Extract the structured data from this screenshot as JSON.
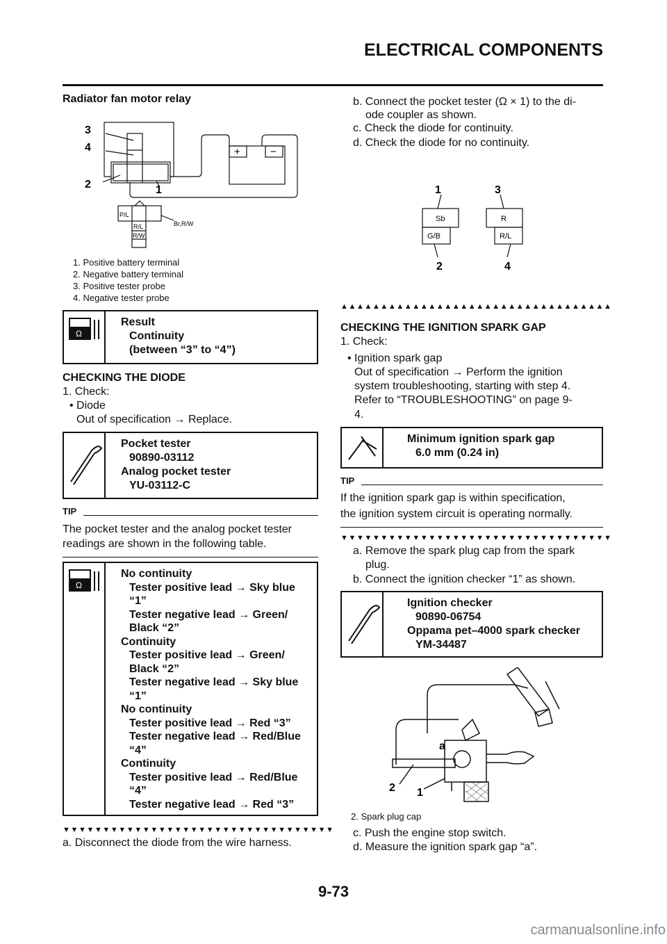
{
  "header": {
    "title": "ELECTRICAL COMPONENTS"
  },
  "left": {
    "section_title": "Radiator fan motor relay",
    "fig1": {
      "callouts": [
        "3",
        "4",
        "2",
        "1"
      ],
      "battery": [
        "+",
        "−"
      ],
      "connector": [
        "P/L",
        "R/L",
        "R/W"
      ],
      "wire": "Br,R/W",
      "legend": [
        "1.  Positive battery terminal",
        "2.  Negative battery terminal",
        "3.  Positive tester probe",
        "4.  Negative tester probe"
      ]
    },
    "result_box": [
      "Result",
      "Continuity",
      "(between “3” to “4”)"
    ],
    "diode_heading": "CHECKING THE DIODE",
    "diode_steps": [
      "1.  Check:",
      "• Diode",
      "Out of specification → Replace."
    ],
    "tool_box": [
      "Pocket tester",
      "90890-03112",
      "Analog pocket tester",
      "YU-03112-C"
    ],
    "tip_label": "TIP",
    "tip_text": [
      "The pocket tester and the analog pocket tester",
      "readings are shown in the following table."
    ],
    "table_box": [
      {
        "t": "No continuity",
        "i": false
      },
      {
        "t": "Tester positive lead → Sky blue",
        "i": true
      },
      {
        "t": "“1”",
        "i": true
      },
      {
        "t": "Tester negative lead → Green/",
        "i": true
      },
      {
        "t": "Black “2”",
        "i": true
      },
      {
        "t": "Continuity",
        "i": false
      },
      {
        "t": "Tester positive lead → Green/",
        "i": true
      },
      {
        "t": "Black “2”",
        "i": true
      },
      {
        "t": "Tester negative lead → Sky blue",
        "i": true
      },
      {
        "t": "“1”",
        "i": true
      },
      {
        "t": "No continuity",
        "i": false
      },
      {
        "t": "Tester positive lead → Red “3”",
        "i": true
      },
      {
        "t": "Tester negative lead → Red/Blue",
        "i": true
      },
      {
        "t": "“4”",
        "i": true
      },
      {
        "t": "Continuity",
        "i": false
      },
      {
        "t": "Tester positive lead → Red/Blue",
        "i": true
      },
      {
        "t": "“4”",
        "i": true
      },
      {
        "t": "Tester negative lead → Red “3”",
        "i": true
      }
    ],
    "down_markers": "▼▼▼▼▼▼▼▼▼▼▼▼▼▼▼▼▼▼▼▼▼▼▼▼▼▼▼▼▼▼▼▼▼▼",
    "step_a": "a.  Disconnect the diode from the wire harness."
  },
  "right": {
    "steps_bcd": [
      "b.  Connect the pocket tester (Ω × 1) to the di-",
      "ode coupler as shown.",
      "c.  Check the diode for continuity.",
      "d.  Check the diode for no continuity."
    ],
    "fig2": {
      "callouts": [
        "1",
        "3",
        "2",
        "4"
      ],
      "cells": [
        "Sb",
        "G/B",
        "R",
        "R/L"
      ]
    },
    "up_markers": "▲▲▲▲▲▲▲▲▲▲▲▲▲▲▲▲▲▲▲▲▲▲▲▲▲▲▲▲▲▲▲▲▲▲",
    "spark_heading": "CHECKING THE IGNITION SPARK GAP",
    "spark_steps": [
      "1.  Check:",
      "• Ignition spark gap",
      "Out of specification → Perform the ignition",
      "system troubleshooting, starting with step 4.",
      "Refer to “TROUBLESHOOTING” on page 9-",
      "4."
    ],
    "spec_box": [
      "Minimum ignition spark gap",
      "6.0 mm (0.24 in)"
    ],
    "tip_label": "TIP",
    "tip_text": [
      "If the ignition spark gap is within specification,",
      "the ignition system circuit is operating normally."
    ],
    "down_markers": "▼▼▼▼▼▼▼▼▼▼▼▼▼▼▼▼▼▼▼▼▼▼▼▼▼▼▼▼▼▼▼▼▼▼",
    "steps_ab": [
      "a.  Remove the spark plug cap from the spark",
      "plug.",
      "b.  Connect the ignition checker “1” as shown."
    ],
    "tool_box": [
      "Ignition checker",
      "90890-06754",
      "Oppama pet–4000 spark checker",
      "YM-34487"
    ],
    "fig3": {
      "callouts": [
        "a",
        "2",
        "1"
      ],
      "legend": "2.  Spark plug cap"
    },
    "steps_cd": [
      "c.  Push the engine stop switch.",
      "d.  Measure the ignition spark gap “a”."
    ]
  },
  "footer": {
    "page": "9-73",
    "watermark": "carmanualsonline.info"
  }
}
